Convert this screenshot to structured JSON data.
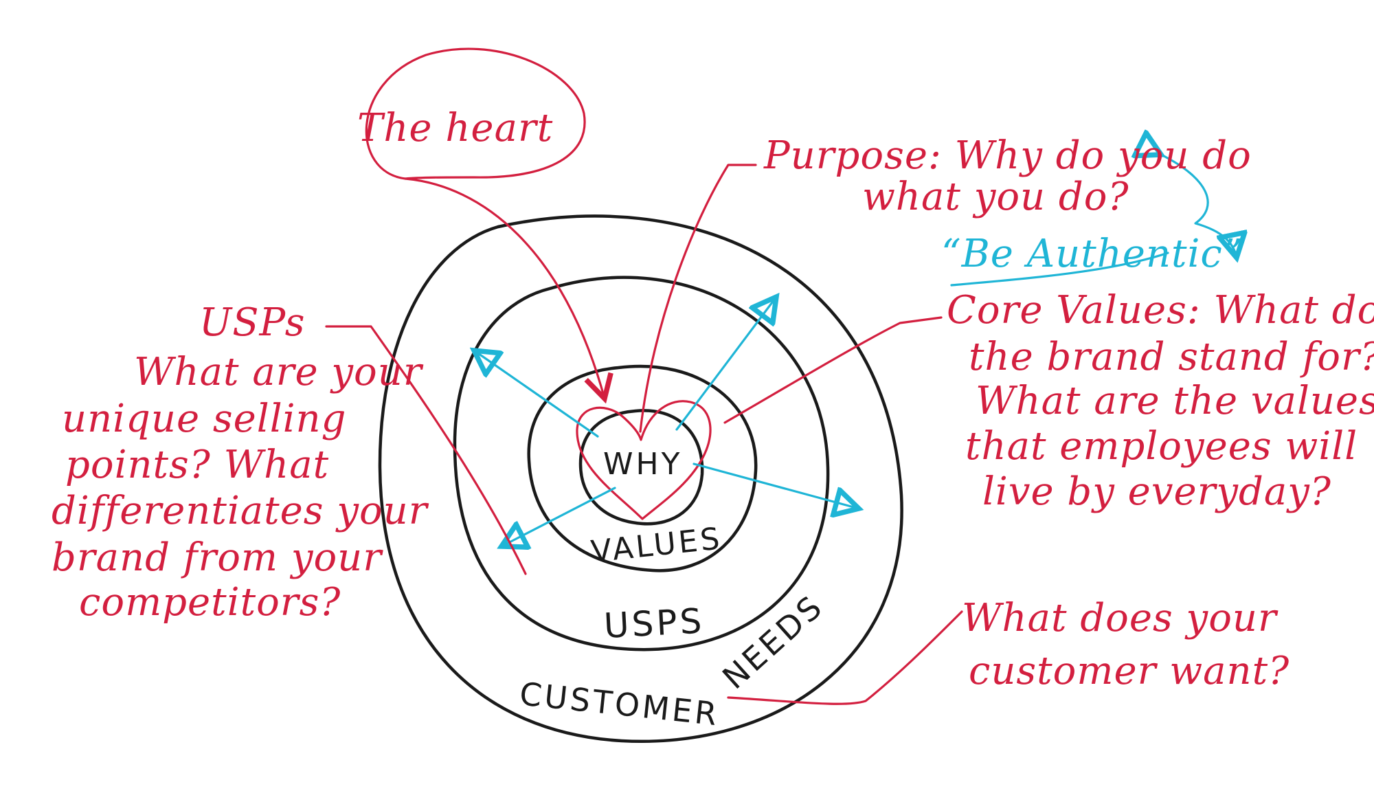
{
  "colors": {
    "ink_black": "#1a1a1a",
    "ink_red": "#d31f3f",
    "ink_blue": "#1fb5d6",
    "paper": "#ffffff"
  },
  "rings": {
    "core": "WHY",
    "values": "VALUES",
    "usps": "USPS",
    "customer": "CUSTOMER",
    "needs": "NEEDS"
  },
  "notes": {
    "heart": "The heart",
    "purpose": [
      "Purpose: Why do you do",
      "what you do?"
    ],
    "authentic": "“Be Authentic”",
    "core_values": [
      "Core Values: What does",
      "the brand stand for?",
      "What are the values",
      "that employees will",
      "live by everyday?"
    ],
    "usps": [
      "USPs",
      "What are your",
      "unique selling",
      "points? What",
      "differentiates your",
      "brand from your",
      "competitors?"
    ],
    "customer": [
      "What does your",
      "customer want?"
    ]
  }
}
